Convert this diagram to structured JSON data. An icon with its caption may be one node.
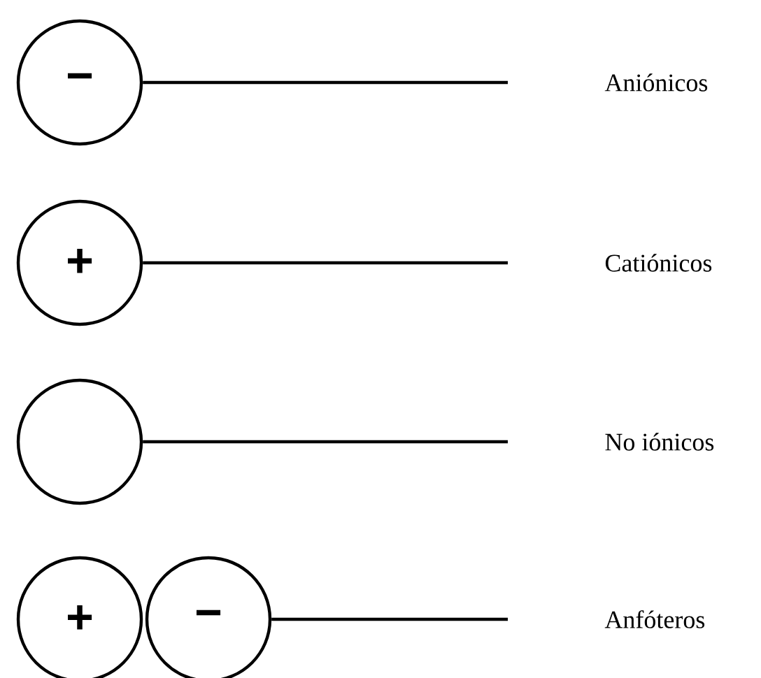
{
  "diagram": {
    "nodes": [
      {
        "text": [
          "−"
        ]
      },
      {
        "text": [
          "+"
        ]
      },
      {
        "text": [],
        "shape": "circle"
      },
      {
        "text": [
          "+"
        ]
      },
      {
        "text": [
          "−"
        ]
      }
    ],
    "edges": [
      {
        "from": 0,
        "to": null,
        "arrow": "none"
      },
      {
        "from": 1,
        "to": null,
        "arrow": "none"
      },
      {
        "from": 2,
        "to": null,
        "arrow": "none"
      },
      {
        "from": 4,
        "to": null,
        "arrow": "none"
      }
    ],
    "labels": [
      "Aniónicos",
      "Catiónicos",
      "No iónicos",
      "Anfóteros"
    ]
  }
}
